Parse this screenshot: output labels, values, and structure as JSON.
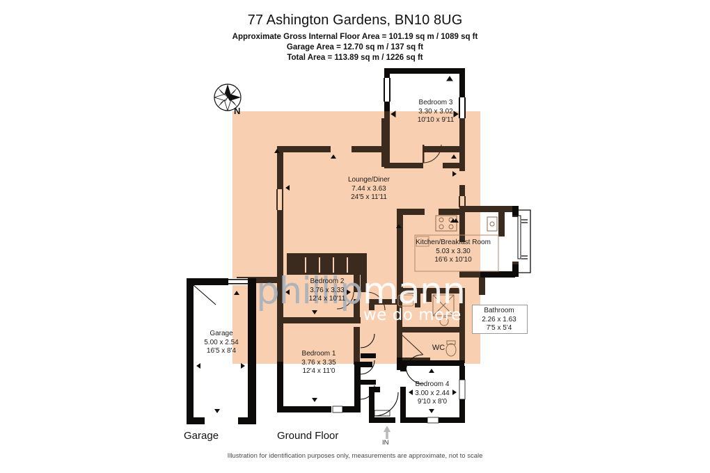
{
  "header": {
    "title": "77 Ashington Gardens, BN10 8UG",
    "line1": "Approximate Gross Internal Floor Area = 101.19 sq m / 1089 sq ft",
    "line2": "Garage Area = 12.70 sq m / 137 sq ft",
    "line3": "Total Area = 113.89 sq m / 1226 sq ft"
  },
  "compass": {
    "label": "N",
    "icon": "compass-rose-icon"
  },
  "rooms": [
    {
      "id": "bedroom-3",
      "name": "Bedroom 3",
      "metric": "3.30 x 3.02",
      "imperial": "10'10 x 9'11"
    },
    {
      "id": "lounge-diner",
      "name": "Lounge/Diner",
      "metric": "7.44 x 3.63",
      "imperial": "24'5 x 11'11"
    },
    {
      "id": "kitchen-breakfast-room",
      "name": "Kitchen/Breakfast Room",
      "metric": "5.03 x 3.30",
      "imperial": "16'6 x 10'10"
    },
    {
      "id": "bedroom-2",
      "name": "Bedroom 2",
      "metric": "3.76 x 3.33",
      "imperial": "12'4 x 10'11"
    },
    {
      "id": "bathroom",
      "name": "Bathroom",
      "metric": "2.26 x 1.63",
      "imperial": "7'5 x 5'4"
    },
    {
      "id": "garage",
      "name": "Garage",
      "metric": "5.00 x 2.54",
      "imperial": "16'5 x 8'4"
    },
    {
      "id": "bedroom-1",
      "name": "Bedroom 1",
      "metric": "3.76 x 3.35",
      "imperial": "12'4 x 11'0"
    },
    {
      "id": "bedroom-4",
      "name": "Bedroom 4",
      "metric": "3.00 x 2.44",
      "imperial": "9'10 x 8'0"
    }
  ],
  "wc": {
    "label": "WC"
  },
  "floor_labels": {
    "garage": "Garage",
    "ground_floor": "Ground Floor"
  },
  "entrance": {
    "label": "IN",
    "icon": "up-arrow-icon"
  },
  "footer": {
    "disclaimer": "Illustration for identification purposes only, measurements are approximate, not to scale"
  },
  "watermark": {
    "word1": "phillip",
    "word2": "mann",
    "tagline": "we do more"
  },
  "colors": {
    "wall_black": "#0d0b09",
    "wall_brown": "#3b2a1e",
    "overlay_peach": "#f8cfb0",
    "page_background": "#ffffff",
    "text": "#1b1b1b",
    "watermark_grey": "#a9b2bd",
    "watermark_white": "#ffffff"
  }
}
